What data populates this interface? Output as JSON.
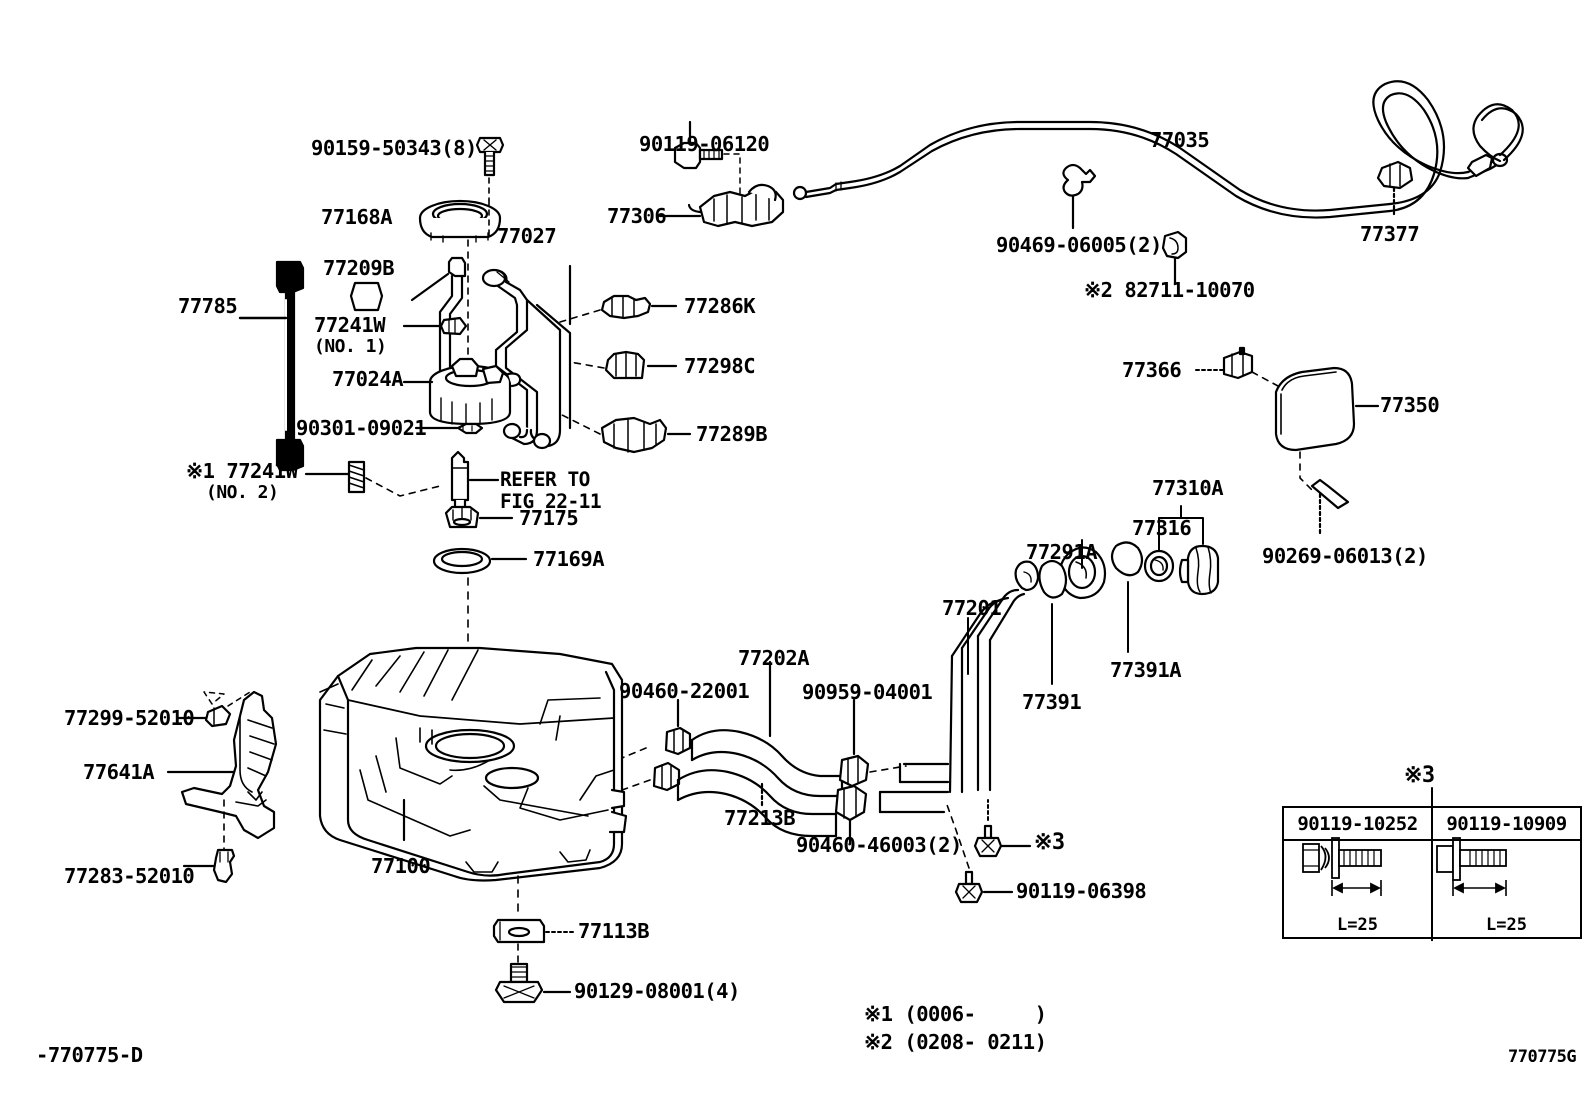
{
  "diagram": {
    "figure_code_left": "-770775-D",
    "figure_code_right": "770775G",
    "footnotes": [
      "※1 (0006-     )",
      "※2 (0208- 0211)"
    ]
  },
  "labels": {
    "p90159_50343": "90159-50343(8)",
    "p77168A": "77168A",
    "p77027": "77027",
    "p77209B": "77209B",
    "p77785": "77785",
    "p77241W_1": "77241W",
    "p77241W_1_sub": "(NO. 1)",
    "p77024A": "77024A",
    "p90301_09021": "90301-09021",
    "p77241W_2": "※1 77241W",
    "p77241W_2_sub": "(NO. 2)",
    "p_refer_1": "REFER TO",
    "p_refer_2": "FIG 22-11",
    "p77175": "77175",
    "p77169A": "77169A",
    "p90119_06120": "90119-06120",
    "p77306": "77306",
    "p77035": "77035",
    "p77377": "77377",
    "p90469_06005": "90469-06005(2)",
    "p82711_10070": "※2 82711-10070",
    "p77286K": "77286K",
    "p77298C": "77298C",
    "p77289B": "77289B",
    "p77366": "77366",
    "p77350": "77350",
    "p90269_06013": "90269-06013(2)",
    "p77310A": "77310A",
    "p77316": "77316",
    "p77291A": "77291A",
    "p77391A": "77391A",
    "p77391": "77391",
    "p77201": "77201",
    "p77202A": "77202A",
    "p77213B": "77213B",
    "p90460_22001": "90460-22001",
    "p90959_04001": "90959-04001",
    "p90460_46003": "90460-46003(2)",
    "p_mark3_hose": "※3",
    "p90119_06398": "90119-06398",
    "p77299_52010": "77299-52010",
    "p77641A": "77641A",
    "p77283_52010": "77283-52010",
    "p77100": "77100",
    "p77113B": "77113B",
    "p90129_08001": "90129-08001(4)"
  },
  "bolt_table": {
    "mark": "※3",
    "columns": [
      {
        "part_no": "90119-10252",
        "length_label": "L=25"
      },
      {
        "part_no": "90119-10909",
        "length_label": "L=25"
      }
    ]
  },
  "colors": {
    "line": "#000000",
    "background": "#ffffff"
  }
}
